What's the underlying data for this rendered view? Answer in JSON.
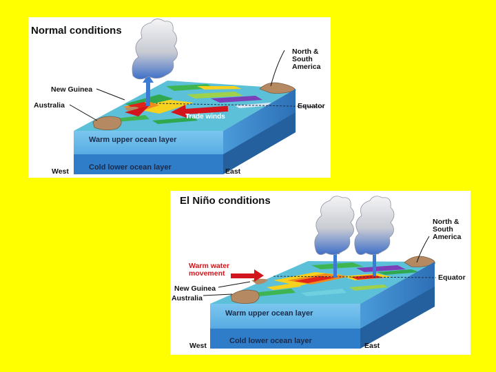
{
  "background_color": "#ffff00",
  "colors": {
    "warm_layer": "#5fb0e6",
    "cold_layer": "#2f7cc8",
    "land": "#b58a63",
    "arrow_red": "#d2141c",
    "updraft_blue": "#3b7bd4"
  },
  "normal": {
    "title": "Normal conditions",
    "labels": {
      "americas": [
        "North &",
        "South",
        "America"
      ],
      "new_guinea": "New Guinea",
      "australia": "Australia",
      "equator": "Equator",
      "trade_winds": "Trade winds",
      "warm_layer": "Warm upper ocean layer",
      "cold_layer": "Cold lower ocean layer",
      "west": "West",
      "east": "East"
    }
  },
  "el_nino": {
    "title": "El Niño conditions",
    "labels": {
      "americas": [
        "North &",
        "South",
        "America"
      ],
      "warm_water": [
        "Warm water",
        "movement"
      ],
      "new_guinea": "New Guinea",
      "australia": "Australia",
      "equator": "Equator",
      "warm_layer": "Warm upper ocean layer",
      "cold_layer": "Cold lower ocean layer",
      "west": "West",
      "east": "East"
    }
  }
}
